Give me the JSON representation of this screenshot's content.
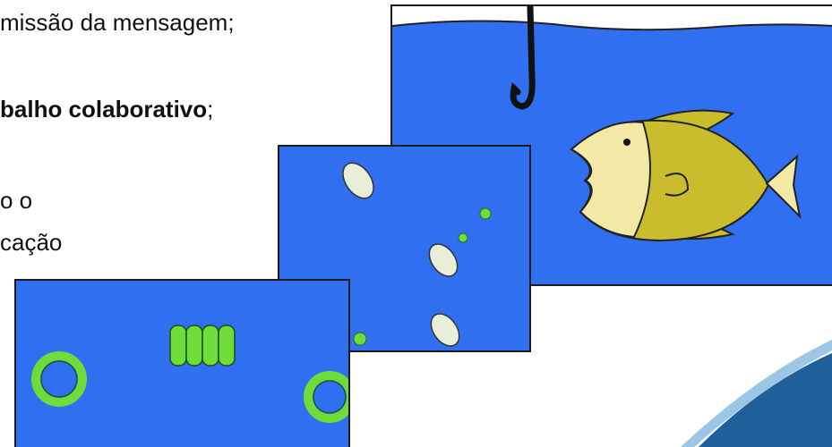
{
  "slide": {
    "lines": [
      {
        "text": "missão da mensagem;"
      },
      {
        "bold": "balho colaborativo",
        "rest": ";"
      },
      {
        "text": "o o"
      },
      {
        "text": "cação"
      }
    ]
  },
  "colors": {
    "water": "#2f6ff0",
    "fish_body": "#c9bd2e",
    "fish_head": "#f3e9a6",
    "algae": "#6fdc3a",
    "corner_accent": "#1f5f9a"
  },
  "icons": {
    "hook": "fishing-hook-icon",
    "fish": "fish-icon",
    "zooplankton": "zooplankton-icon",
    "algae_colony": "algae-colony-icon",
    "algae_chain": "algae-chain-icon"
  }
}
